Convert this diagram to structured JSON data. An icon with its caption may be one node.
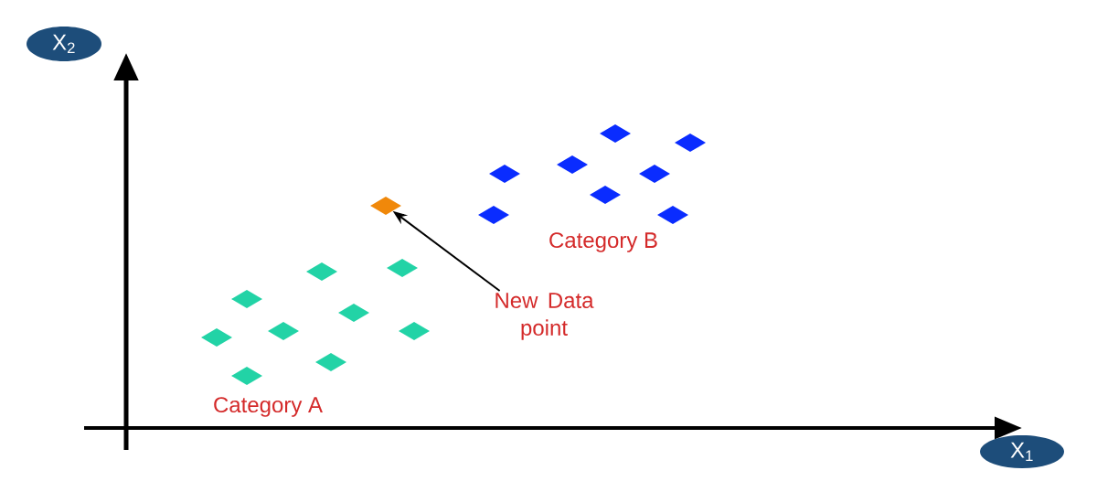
{
  "diagram": {
    "nodes": [
      {
        "text": [
          "X$_{2}$"
        ]
      },
      {
        "text": [
          "X$_{1}$"
        ]
      },
      {
        "text": [
          "New Data point"
        ]
      },
      {
        "text": [],
        "shape": "diamond"
      }
    ],
    "edges": [
      {
        "from": 2,
        "to": 3,
        "arrow": "to"
      }
    ],
    "labels": [
      "Category B",
      "Category A"
    ]
  }
}
